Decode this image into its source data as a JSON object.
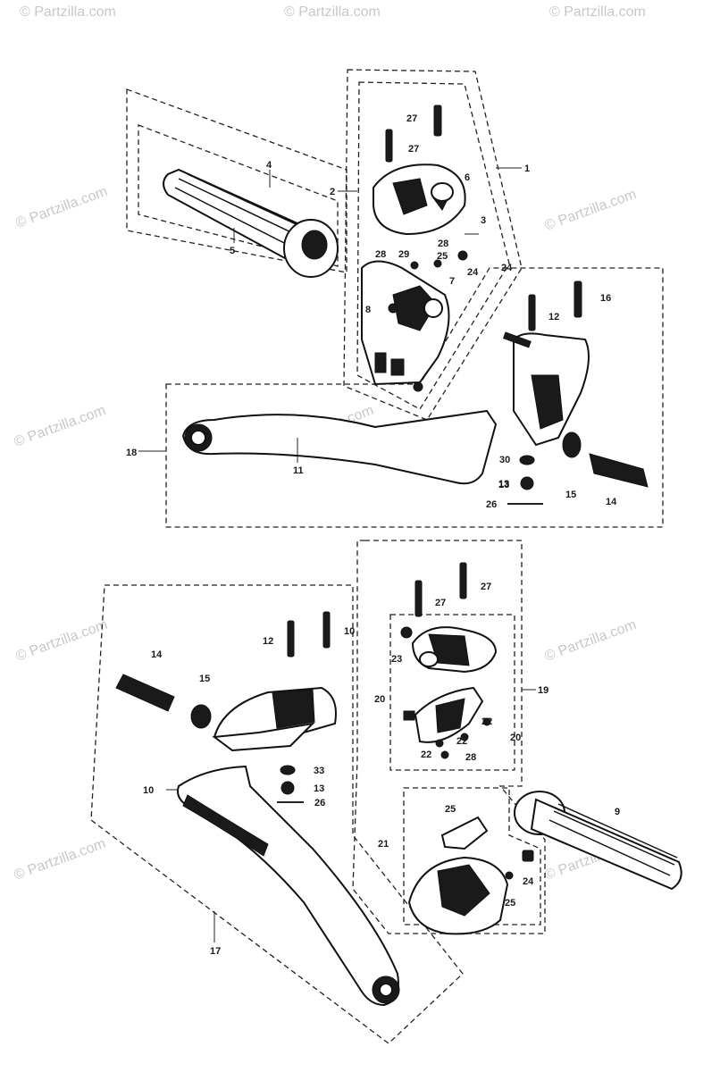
{
  "watermarks": [
    "© Partzilla.com"
  ],
  "callouts": [
    {
      "id": "lbl-1",
      "text": "1"
    },
    {
      "id": "lbl-2",
      "text": "2"
    },
    {
      "id": "lbl-3",
      "text": "3"
    },
    {
      "id": "lbl-4",
      "text": "4"
    },
    {
      "id": "lbl-5",
      "text": "5"
    },
    {
      "id": "lbl-6",
      "text": "6"
    },
    {
      "id": "lbl-7",
      "text": "7"
    },
    {
      "id": "lbl-8",
      "text": "8"
    },
    {
      "id": "lbl-9",
      "text": "9"
    },
    {
      "id": "lbl-10",
      "text": "10"
    },
    {
      "id": "lbl-11",
      "text": "11"
    },
    {
      "id": "lbl-12",
      "text": "12"
    },
    {
      "id": "lbl-13",
      "text": "13"
    },
    {
      "id": "lbl-14",
      "text": "14"
    },
    {
      "id": "lbl-15",
      "text": "15"
    },
    {
      "id": "lbl-16",
      "text": "16"
    },
    {
      "id": "lbl-17",
      "text": "17"
    },
    {
      "id": "lbl-18",
      "text": "18"
    },
    {
      "id": "lbl-19",
      "text": "19"
    },
    {
      "id": "lbl-20",
      "text": "20"
    },
    {
      "id": "lbl-21",
      "text": "21"
    },
    {
      "id": "lbl-22",
      "text": "22"
    },
    {
      "id": "lbl-23",
      "text": "23"
    },
    {
      "id": "lbl-24",
      "text": "24"
    },
    {
      "id": "lbl-25",
      "text": "25"
    },
    {
      "id": "lbl-26",
      "text": "26"
    },
    {
      "id": "lbl-27",
      "text": "27"
    },
    {
      "id": "lbl-28",
      "text": "28"
    },
    {
      "id": "lbl-29",
      "text": "29"
    },
    {
      "id": "lbl-30",
      "text": "30"
    },
    {
      "id": "lbl-33",
      "text": "33"
    }
  ]
}
